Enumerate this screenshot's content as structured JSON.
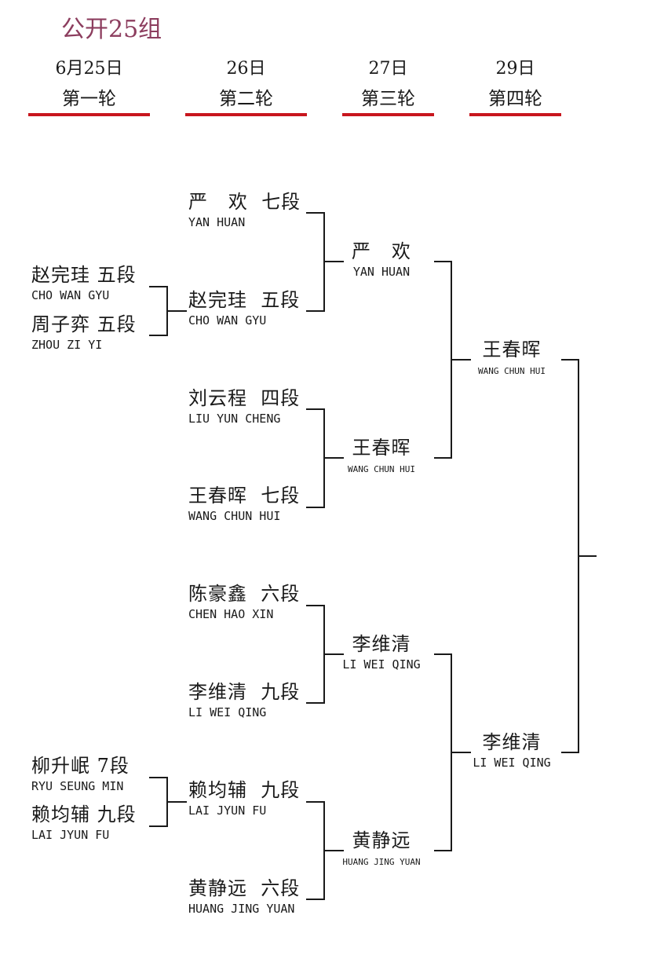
{
  "title": "公开25组",
  "rounds": [
    {
      "date": "6月25日",
      "name": "第一轮"
    },
    {
      "date": "26日",
      "name": "第二轮"
    },
    {
      "date": "27日",
      "name": "第三轮"
    },
    {
      "date": "29日",
      "name": "第四轮"
    }
  ],
  "round1": [
    {
      "cn": "赵完珪  五段",
      "en": "CHO WAN GYU"
    },
    {
      "cn": "周子弈  五段",
      "en": "ZHOU ZI YI"
    },
    {
      "cn": "柳升岷  7段",
      "en": "RYU SEUNG MIN"
    },
    {
      "cn": "赖均辅  九段",
      "en": "LAI JYUN FU"
    }
  ],
  "round2": [
    {
      "cn": "严   欢  七段",
      "en": "YAN HUAN"
    },
    {
      "cn": "赵完珪  五段",
      "en": "CHO WAN GYU"
    },
    {
      "cn": "刘云程  四段",
      "en": "LIU YUN CHENG"
    },
    {
      "cn": "王春晖  七段",
      "en": "WANG CHUN HUI"
    },
    {
      "cn": "陈豪鑫  六段",
      "en": "CHEN HAO XIN"
    },
    {
      "cn": "李维清  九段",
      "en": "LI WEI QING"
    },
    {
      "cn": "赖均辅  九段",
      "en": "LAI JYUN FU"
    },
    {
      "cn": "黄静远  六段",
      "en": "HUANG JING YUAN"
    }
  ],
  "round3": [
    {
      "cn": "严   欢",
      "en": "YAN HUAN"
    },
    {
      "cn": "王春晖",
      "en": "WANG CHUN HUI"
    },
    {
      "cn": "李维清",
      "en": "LI WEI QING"
    },
    {
      "cn": "黄静远",
      "en": "HUANG JING YUAN"
    }
  ],
  "round4": [
    {
      "cn": "王春晖",
      "en": "WANG CHUN HUI"
    },
    {
      "cn": "李维清",
      "en": "LI WEI QING"
    }
  ],
  "colors": {
    "title": "#8c3d5e",
    "underline": "#c8161d",
    "line": "#1a1a1a"
  }
}
